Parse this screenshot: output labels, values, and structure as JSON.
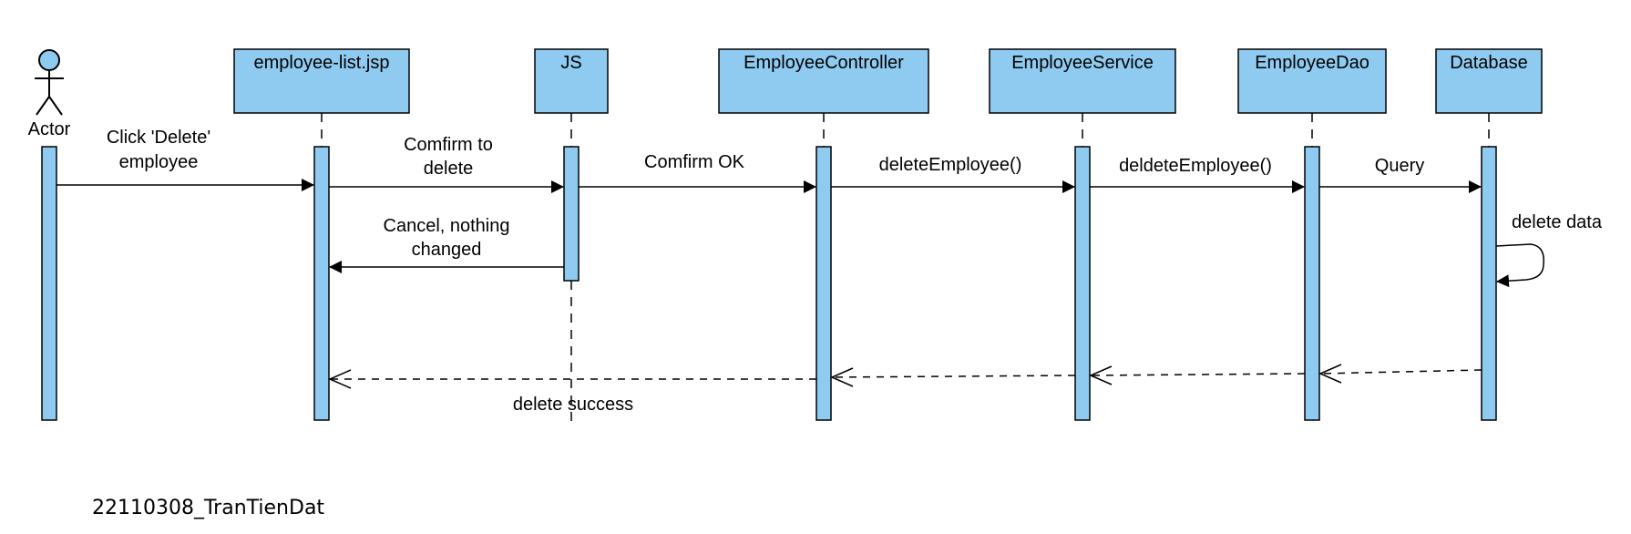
{
  "colors": {
    "box_fill": "#8FCBF1",
    "stroke": "#000000",
    "background": "#FFFFFF"
  },
  "actor": {
    "label": "Actor"
  },
  "participants": [
    {
      "id": "employee-list-jsp",
      "name": "employee-list.jsp"
    },
    {
      "id": "js",
      "name": "JS"
    },
    {
      "id": "employee-controller",
      "name": "EmployeeController"
    },
    {
      "id": "employee-service",
      "name": "EmployeeService"
    },
    {
      "id": "employee-dao",
      "name": "EmployeeDao"
    },
    {
      "id": "database",
      "name": "Database"
    }
  ],
  "messages": [
    {
      "from": "actor",
      "to": "employee-list-jsp",
      "kind": "sync",
      "lines": [
        "Click 'Delete'",
        "employee"
      ]
    },
    {
      "from": "employee-list-jsp",
      "to": "js",
      "kind": "sync",
      "lines": [
        "Comfirm to",
        "delete"
      ]
    },
    {
      "from": "js",
      "to": "employee-controller",
      "kind": "sync",
      "lines": [
        "Comfirm OK"
      ]
    },
    {
      "from": "employee-controller",
      "to": "employee-service",
      "kind": "sync",
      "lines": [
        "deleteEmployee()"
      ]
    },
    {
      "from": "employee-service",
      "to": "employee-dao",
      "kind": "sync",
      "lines": [
        "deldeteEmployee()"
      ]
    },
    {
      "from": "employee-dao",
      "to": "database",
      "kind": "sync",
      "lines": [
        "Query"
      ]
    },
    {
      "from": "js",
      "to": "employee-list-jsp",
      "kind": "sync",
      "lines": [
        "Cancel, nothing",
        "changed"
      ]
    },
    {
      "from": "database",
      "to": "database",
      "kind": "self",
      "lines": [
        "delete data"
      ]
    },
    {
      "from": "database",
      "to": "employee-dao",
      "kind": "return",
      "lines": []
    },
    {
      "from": "employee-dao",
      "to": "employee-service",
      "kind": "return",
      "lines": []
    },
    {
      "from": "employee-service",
      "to": "employee-controller",
      "kind": "return",
      "lines": []
    },
    {
      "from": "employee-controller",
      "to": "employee-list-jsp",
      "kind": "return",
      "lines": [
        "delete success"
      ]
    }
  ],
  "footer": {
    "text": "22110308_TranTienDat"
  }
}
